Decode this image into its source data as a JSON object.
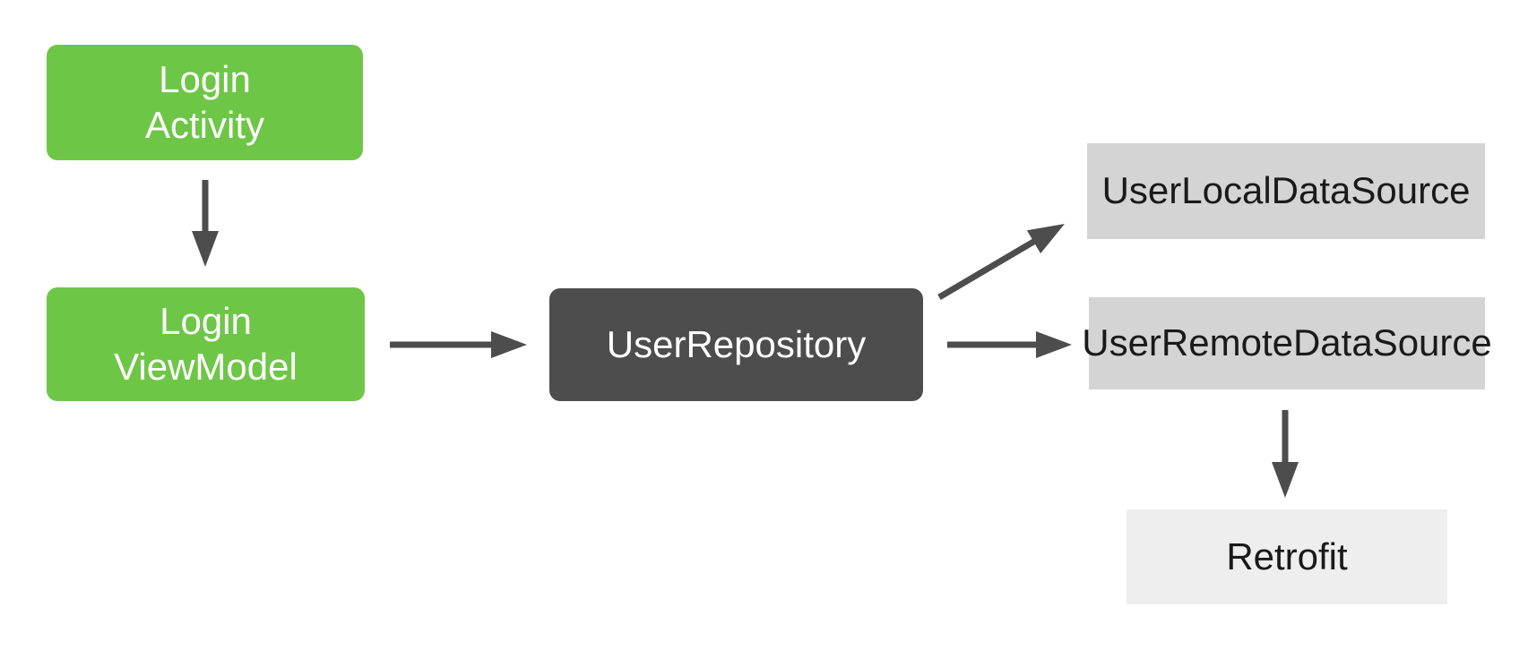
{
  "diagram": {
    "background_color": "#FFFFFF",
    "arrow_color": "#4D4D4D",
    "nodes": {
      "login_activity": {
        "label": "Login\nActivity",
        "bg": "#6EC647",
        "text_color": "#FFFFFF"
      },
      "login_viewmodel": {
        "label": "Login\nViewModel",
        "bg": "#6EC647",
        "text_color": "#FFFFFF"
      },
      "user_repository": {
        "label": "UserRepository",
        "bg": "#4D4D4D",
        "text_color": "#FFFFFF"
      },
      "user_local_data_source": {
        "label": "UserLocalDataSource",
        "bg": "#D4D4D4",
        "text_color": "#1A1A1A"
      },
      "user_remote_data_source": {
        "label": "UserRemoteDataSource",
        "bg": "#D4D4D4",
        "text_color": "#1A1A1A"
      },
      "retrofit": {
        "label": "Retrofit",
        "bg": "#EEEEEE",
        "text_color": "#1A1A1A"
      }
    },
    "edges": [
      {
        "from": "login_activity",
        "to": "login_viewmodel",
        "direction": "down"
      },
      {
        "from": "login_viewmodel",
        "to": "user_repository",
        "direction": "right"
      },
      {
        "from": "user_repository",
        "to": "user_local_data_source",
        "direction": "up-right"
      },
      {
        "from": "user_repository",
        "to": "user_remote_data_source",
        "direction": "right"
      },
      {
        "from": "user_remote_data_source",
        "to": "retrofit",
        "direction": "down"
      }
    ]
  }
}
